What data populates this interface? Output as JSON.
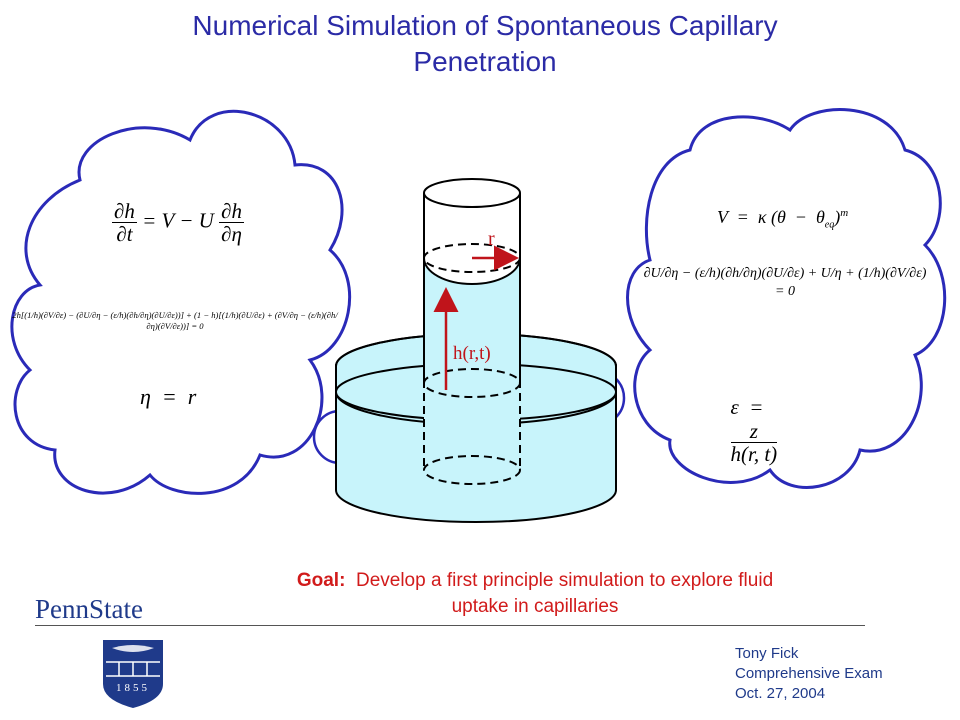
{
  "slide": {
    "title_line1": "Numerical Simulation of Spontaneous Capillary",
    "title_line2": "Penetration"
  },
  "left_cloud": {
    "eq1_lhs_num": "∂h",
    "eq1_lhs_den": "∂t",
    "eq1_mid": "= V − U",
    "eq1_rhs_num": "∂h",
    "eq1_rhs_den": "∂η",
    "eq2": "2h[(1/h)(∂V/∂ε) − (∂U/∂η − (ε/h)(∂h/∂η)(∂U/∂ε))] + (1 − h)[(1/h)(∂U/∂ε) + (∂V/∂η − (ε/h)(∂h/∂η)(∂V/∂ε))] = 0",
    "eq3": "η  =  r"
  },
  "right_cloud": {
    "eq1": "V  =  κ (θ  −  θ",
    "eq1_sub": "eq",
    "eq1_tail": ")",
    "eq1_sup": "m",
    "eq2": "∂U/∂η − (ε/h)(∂h/∂η)(∂U/∂ε) + U/η + (1/h)(∂V/∂ε) = 0",
    "eq3_lhs": "ε  =",
    "eq3_num": "z",
    "eq3_den": "h(r, t)"
  },
  "figure": {
    "label_r": "r",
    "label_h": "h(r,t)"
  },
  "goal": {
    "prefix": "Goal:",
    "line1": "Develop a first principle simulation to explore fluid",
    "line2": "uptake in capillaries"
  },
  "footer": {
    "brand": "PennState",
    "seal_year": "1855",
    "author": "Tony Fick",
    "event": "Comprehensive Exam",
    "date": "Oct. 27, 2004"
  },
  "colors": {
    "title": "#2b2ba6",
    "cloud": "#2a2ab8",
    "water": "#c8f4fb",
    "accent": "#d11b1b",
    "brand": "#1f3a8a"
  }
}
